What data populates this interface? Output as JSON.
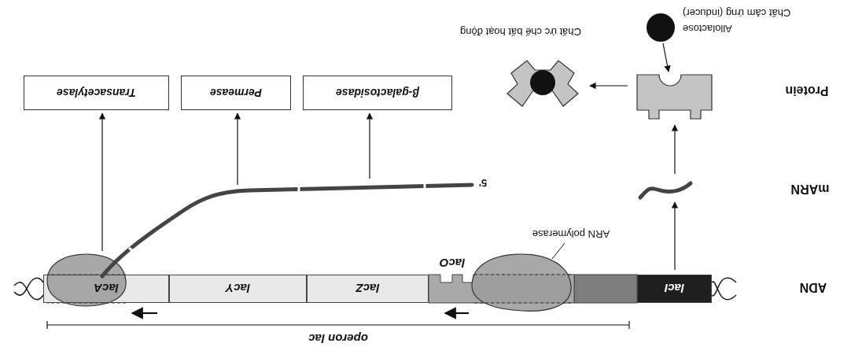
{
  "diagram": {
    "nodes": [
      {
        "text": [
          "lacI"
        ]
      },
      {
        "text": [
          "lacO"
        ]
      },
      {
        "text": [
          "lacZ"
        ]
      },
      {
        "text": [
          "lacY"
        ]
      },
      {
        "text": [
          "lacA"
        ]
      },
      {
        "text": [
          "β-galactosidase"
        ]
      },
      {
        "text": [
          "Permease"
        ]
      },
      {
        "text": [
          "Transacetylase"
        ]
      }
    ],
    "labels": [
      "operon lac",
      "ADN",
      "mARN",
      "Protein",
      "ARN polymerase",
      "5'",
      "Allolactose",
      "Chất cảm ứng (inducer)",
      "Chất ức chế bất hoạt động"
    ]
  }
}
